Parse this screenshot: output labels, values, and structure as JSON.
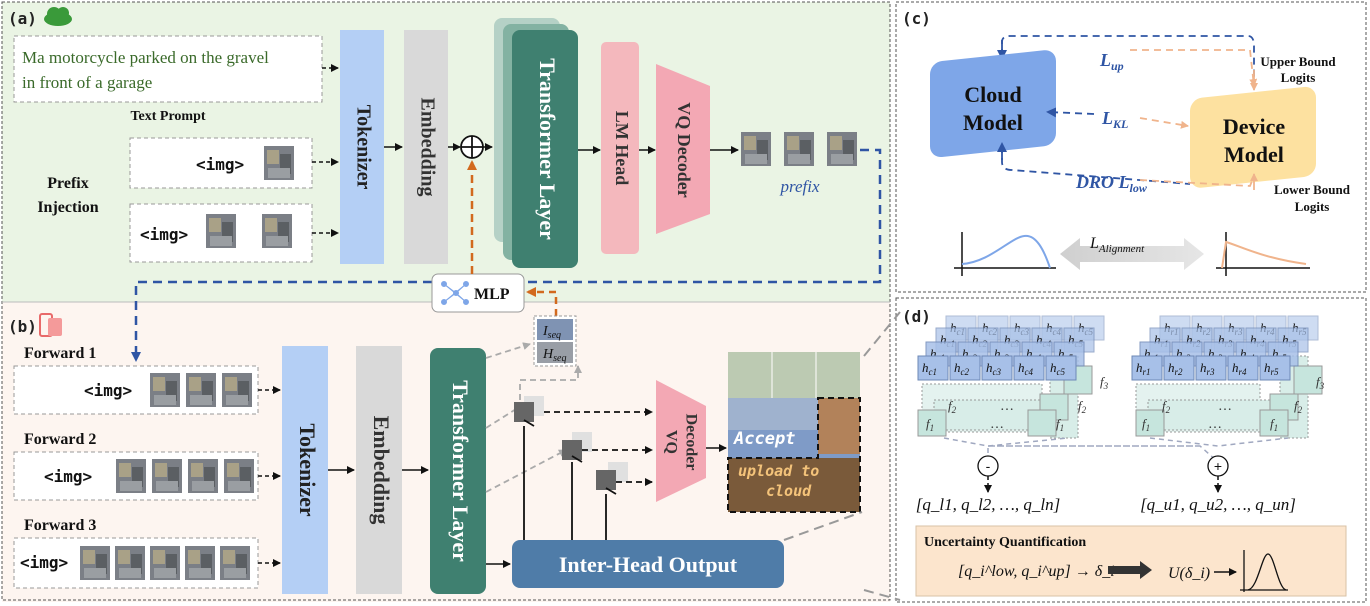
{
  "panels": {
    "a": "(a)",
    "b": "(b)",
    "c": "(c)",
    "d": "(d)"
  },
  "panel_a": {
    "text_prompt_line1": "Ma motorcycle parked on the gravel",
    "text_prompt_line2": "in front of a garage",
    "text_prompt_caption": "Text Prompt",
    "prefix_label_line1": "Prefix",
    "prefix_label_line2": "Injection",
    "img_token": "<img>",
    "tokenizer": "Tokenizer",
    "embedding": "Embedding",
    "transformer": "Transformer Layer",
    "lm_head": "LM Head",
    "vq_decoder": "VQ Decoder",
    "prefix_caption": "prefix",
    "mlp": "MLP"
  },
  "panel_b": {
    "forward1": "Forward 1",
    "forward2": "Forward 2",
    "forward3": "Forward 3",
    "img_token": "<img>",
    "tokenizer": "Tokenizer",
    "embedding": "Embedding",
    "transformer": "Transformer Layer",
    "vq_decoder_line1": "VQ",
    "vq_decoder_line2": "Decoder",
    "inter_head": "Inter-Head Output",
    "accept": "Accept",
    "upload_line1": "upload to",
    "upload_line2": "cloud",
    "i_seq": "I",
    "i_seq_sub": "seq",
    "h_seq": "H",
    "h_seq_sub": "seq"
  },
  "panel_c": {
    "cloud_line1": "Cloud",
    "cloud_line2": "Model",
    "device_line1": "Device",
    "device_line2": "Model",
    "upper_line1": "Upper Bound",
    "upper_line2": "Logits",
    "lower_line1": "Lower Bound",
    "lower_line2": "Logits",
    "l_up": "L",
    "l_up_sub": "up",
    "l_kl": "L",
    "l_kl_sub": "KL",
    "l_low_prefix": "DRO L",
    "l_low_sub": "low",
    "l_align": "L",
    "l_align_sub": "Alignment"
  },
  "panel_d": {
    "h_c": [
      "h",
      "h",
      "h",
      "h",
      "h"
    ],
    "hc_subs": [
      "c1",
      "c2",
      "c3",
      "c4",
      "c5"
    ],
    "hr_subs": [
      "r1",
      "r2",
      "r3",
      "r4",
      "r5"
    ],
    "f_subs": [
      "1",
      "2",
      "3"
    ],
    "dots": "…",
    "minus": "-",
    "plus": "+",
    "q_low": "[q_l1, q_l2, …, q_ln]",
    "q_up": "[q_u1, q_u2, …, q_un]",
    "uq_title": "Uncertainty Quantification",
    "uq_left": "[q_i^low, q_i^up] → δ_i",
    "uq_right": "U(δ_i)"
  },
  "colors": {
    "panel_a_bg": "#eaf4e4",
    "panel_b_bg": "#fdf5f0",
    "tokenizer": "#b4cff5",
    "embedding": "#d9d9d9",
    "transformer": "#3f8070",
    "lm_head": "#f4b8bd",
    "vq_decoder": "#f3a8b4",
    "inter_head": "#4f7ca8",
    "cloud": "#7ea6e8",
    "device": "#fde1a0",
    "uq_bg": "#fce5cd",
    "dash_blue": "#2f55a4",
    "dash_orange": "#d2691e"
  }
}
